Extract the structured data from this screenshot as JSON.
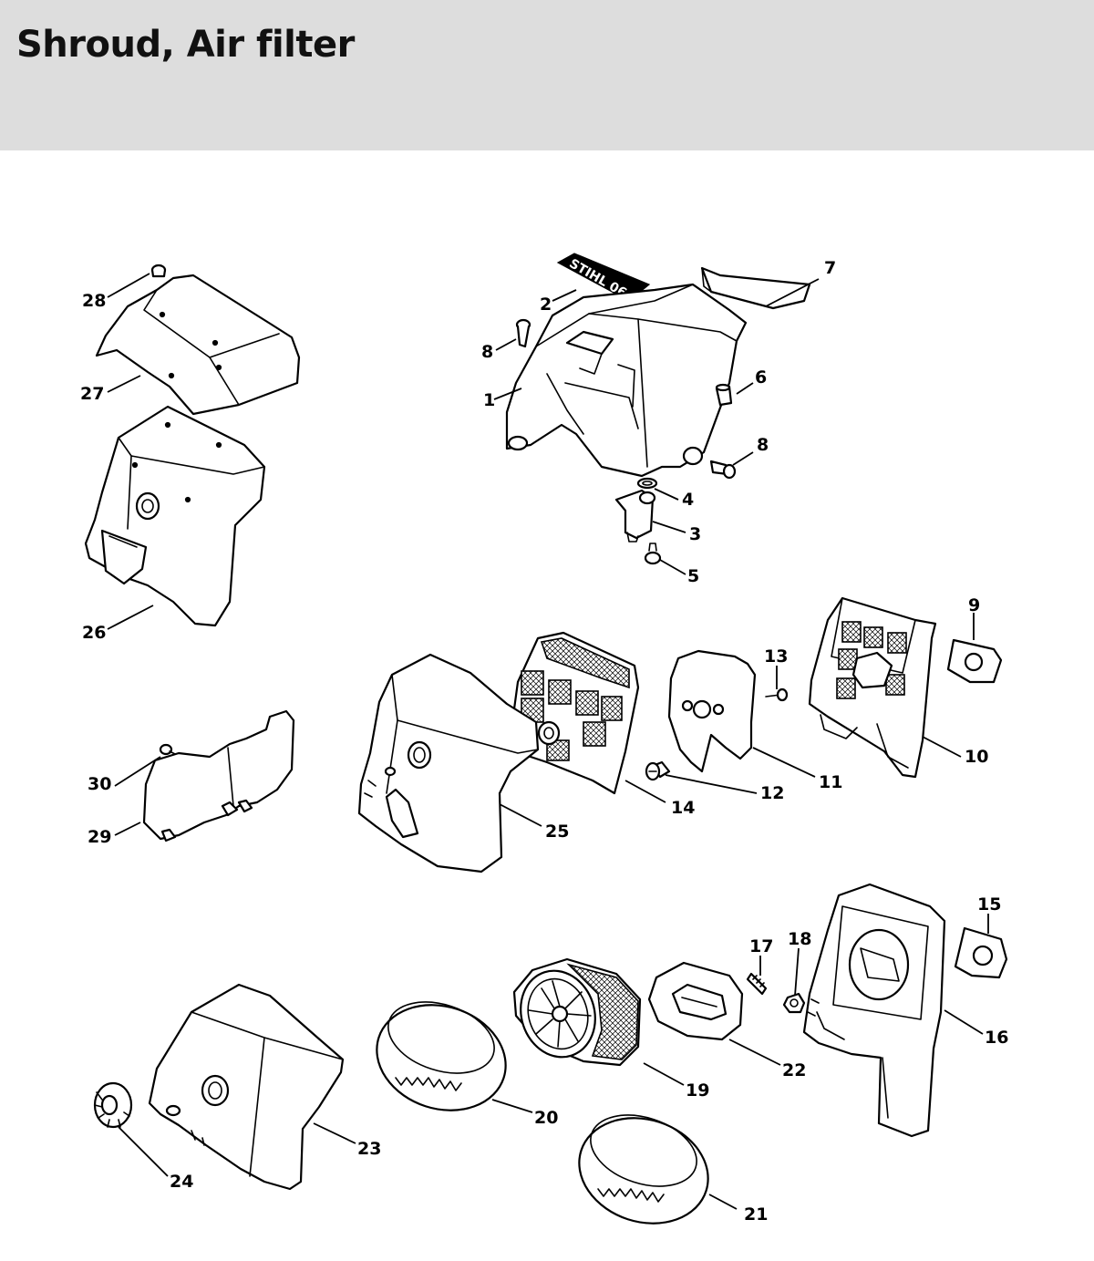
{
  "page": {
    "title": "Shroud, Air filter"
  },
  "decal_text": "STIHL 064",
  "callouts": [
    "1",
    "2",
    "3",
    "4",
    "5",
    "6",
    "7",
    "8",
    "8",
    "9",
    "10",
    "11",
    "12",
    "13",
    "14",
    "15",
    "16",
    "17",
    "18",
    "19",
    "20",
    "21",
    "22",
    "23",
    "24",
    "25",
    "26",
    "27",
    "28",
    "29",
    "30"
  ],
  "colors": {
    "header_bg": "#dddddd",
    "line": "#000000",
    "background": "#ffffff"
  }
}
